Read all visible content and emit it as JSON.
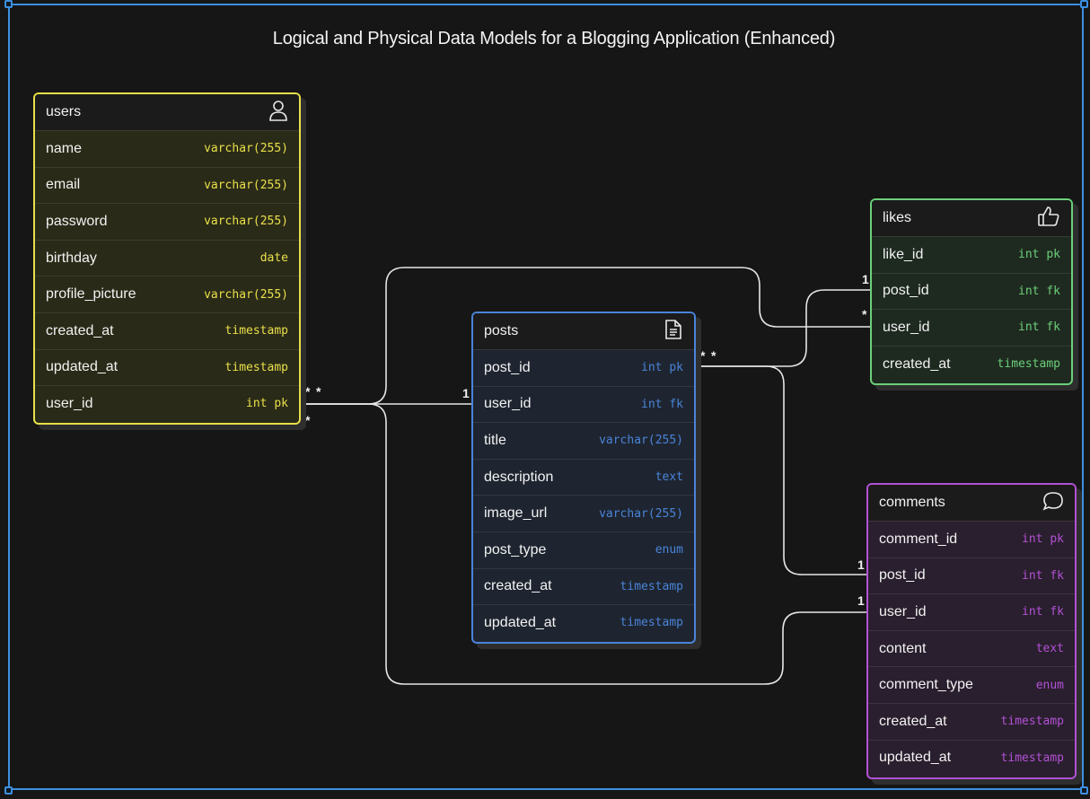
{
  "title": "Logical and Physical Data Models for a Blogging Application (Enhanced)",
  "entities": {
    "users": {
      "name": "users",
      "icon": "user-icon",
      "color": "#e8e04a",
      "fields": [
        {
          "name": "name",
          "type": "varchar(255)"
        },
        {
          "name": "email",
          "type": "varchar(255)"
        },
        {
          "name": "password",
          "type": "varchar(255)"
        },
        {
          "name": "birthday",
          "type": "date"
        },
        {
          "name": "profile_picture",
          "type": "varchar(255)"
        },
        {
          "name": "created_at",
          "type": "timestamp"
        },
        {
          "name": "updated_at",
          "type": "timestamp"
        },
        {
          "name": "user_id",
          "type": "int pk"
        }
      ]
    },
    "posts": {
      "name": "posts",
      "icon": "document-icon",
      "color": "#4a83d9",
      "fields": [
        {
          "name": "post_id",
          "type": "int pk"
        },
        {
          "name": "user_id",
          "type": "int fk"
        },
        {
          "name": "title",
          "type": "varchar(255)"
        },
        {
          "name": "description",
          "type": "text"
        },
        {
          "name": "image_url",
          "type": "varchar(255)"
        },
        {
          "name": "post_type",
          "type": "enum"
        },
        {
          "name": "created_at",
          "type": "timestamp"
        },
        {
          "name": "updated_at",
          "type": "timestamp"
        }
      ]
    },
    "likes": {
      "name": "likes",
      "icon": "thumbs-up-icon",
      "color": "#6ccf7a",
      "fields": [
        {
          "name": "like_id",
          "type": "int pk"
        },
        {
          "name": "post_id",
          "type": "int fk"
        },
        {
          "name": "user_id",
          "type": "int fk"
        },
        {
          "name": "created_at",
          "type": "timestamp"
        }
      ]
    },
    "comments": {
      "name": "comments",
      "icon": "speech-bubble-icon",
      "color": "#b251d6",
      "fields": [
        {
          "name": "comment_id",
          "type": "int pk"
        },
        {
          "name": "post_id",
          "type": "int fk"
        },
        {
          "name": "user_id",
          "type": "int fk"
        },
        {
          "name": "content",
          "type": "text"
        },
        {
          "name": "comment_type",
          "type": "enum"
        },
        {
          "name": "created_at",
          "type": "timestamp"
        },
        {
          "name": "updated_at",
          "type": "timestamp"
        }
      ]
    }
  },
  "relations": [
    {
      "from": "users.user_id",
      "to": "posts.user_id",
      "from_card": "*",
      "to_card": "1"
    },
    {
      "from": "users.user_id",
      "to": "likes.user_id",
      "from_card": "*",
      "to_card": "*"
    },
    {
      "from": "users.user_id",
      "to": "comments.user_id",
      "from_card": "*",
      "to_card": "1"
    },
    {
      "from": "posts.post_id",
      "to": "likes.post_id",
      "from_card": "*",
      "to_card": "1"
    },
    {
      "from": "posts.post_id",
      "to": "comments.post_id",
      "from_card": "*",
      "to_card": "1"
    }
  ]
}
